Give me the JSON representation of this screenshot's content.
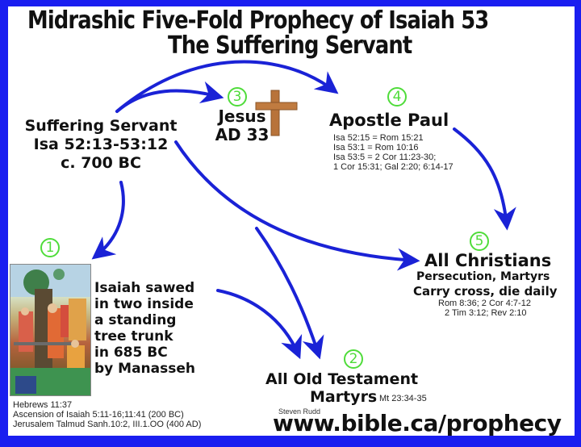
{
  "title": {
    "line1": "Midrashic Five-Fold Prophecy of Isaiah 53",
    "line2": "The Suffering Servant"
  },
  "colors": {
    "border": "#1a1ef0",
    "arrow": "#1a22d6",
    "number_circle": "#4fdc3a",
    "cross": "#b8733a",
    "text": "#111111",
    "background": "#ffffff"
  },
  "nodes": {
    "source": {
      "line1": "Suffering Servant",
      "line2": "Isa 52:13-53:12",
      "line3": "c. 700 BC"
    },
    "isaiah": {
      "number": "1",
      "text": [
        "Isaiah sawed",
        "in two inside",
        "a standing",
        "tree trunk",
        "in 685 BC",
        "by Manasseh"
      ],
      "painting_icon": "isaiah-sawed-painting",
      "refs": [
        "Hebrews 11:37",
        "Ascension of Isaiah 5:11-16;11:41 (200 BC)",
        "Jerusalem Talmud Sanh.10:2, III.1.OO (400 AD)"
      ]
    },
    "ot_martyrs": {
      "number": "2",
      "line1": "All Old Testament",
      "line2": "Martyrs",
      "ref": "Mt 23:34-35"
    },
    "jesus": {
      "number": "3",
      "line1": "Jesus",
      "line2": "AD 33",
      "icon": "cross-icon"
    },
    "paul": {
      "number": "4",
      "title": "Apostle Paul",
      "refs": [
        "Isa 52:15 = Rom 15:21",
        "Isa 53:1 = Rom 10:16",
        "Isa 53:5 = 2 Cor 11:23-30;",
        "1 Cor 15:31; Gal 2:20; 6:14-17"
      ]
    },
    "christians": {
      "number": "5",
      "title": "All Christians",
      "line1": "Persecution, Martyrs",
      "line2": "Carry cross, die daily",
      "refs": [
        "Rom 8:36; 2 Cor 4:7-12",
        "2 Tim 3:12; Rev 2:10"
      ]
    }
  },
  "arrows": [
    {
      "from": "source",
      "to": "jesus"
    },
    {
      "from": "source",
      "to": "paul"
    },
    {
      "from": "source",
      "to": "isaiah"
    },
    {
      "from": "source",
      "to": "christians"
    },
    {
      "from": "source",
      "to": "ot_martyrs"
    },
    {
      "from": "isaiah",
      "to": "ot_martyrs"
    },
    {
      "from": "paul",
      "to": "christians"
    }
  ],
  "footer": {
    "author": "Steven Rudd",
    "url": "www.bible.ca/prophecy"
  }
}
